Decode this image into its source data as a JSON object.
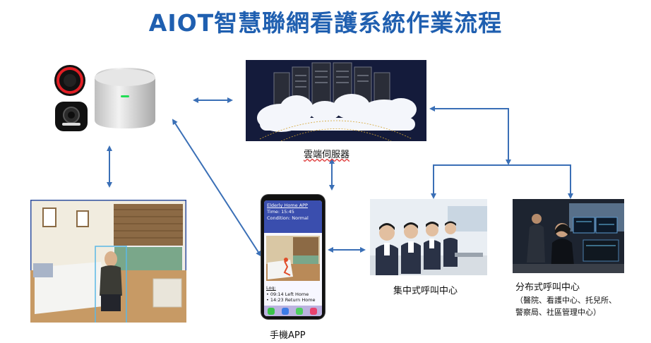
{
  "title": "AIOT智慧聯網看護系統作業流程",
  "nodes": {
    "cloud": {
      "label": "雲端伺服器"
    },
    "phone": {
      "label": "手機APP",
      "app_title": "Elderly Home APP",
      "time": "Time: 15:45",
      "condition": "Condition: Normal",
      "log_title": "Log:",
      "log": [
        "09:14 Left Home",
        "14:23 Return Home"
      ]
    },
    "central": {
      "label": "集中式呼叫中心"
    },
    "distributed": {
      "label": "分布式呼叫中心",
      "sublabel_line1": "（醫院、看護中心、托兒所、",
      "sublabel_line2": "警察局、社區管理中心）"
    }
  },
  "colors": {
    "title": "#1f5fb0",
    "arrow": "#3a6fb6",
    "frame": "#2f4fa0"
  }
}
